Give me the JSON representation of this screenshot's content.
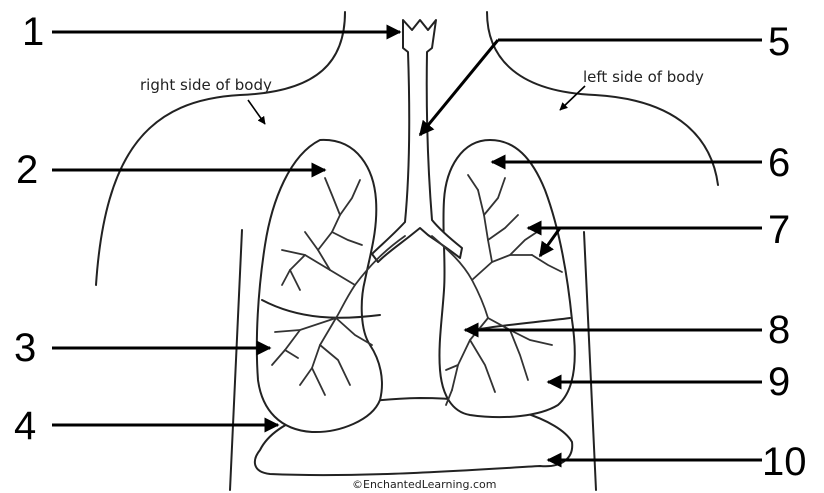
{
  "labels": {
    "right_side": "right side of body",
    "left_side": "left side of body",
    "credit": "©EnchantedLearning.com"
  },
  "numbers": [
    "1",
    "2",
    "3",
    "4",
    "5",
    "6",
    "7",
    "8",
    "9",
    "10"
  ]
}
